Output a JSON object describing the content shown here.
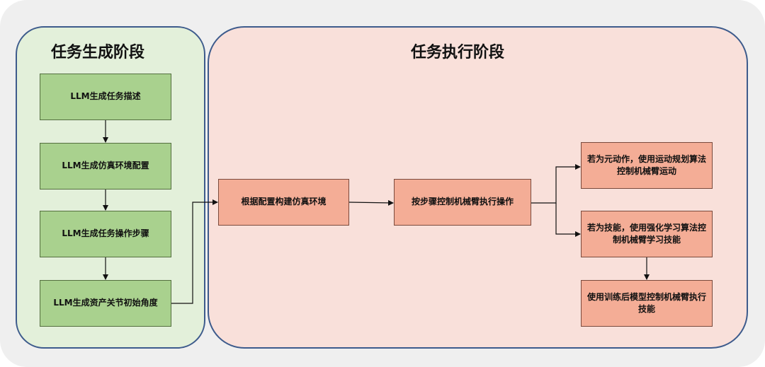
{
  "phases": {
    "generation": {
      "title": "任务生成阶段",
      "steps": [
        "LLM生成任务描述",
        "LLM生成仿真环境配置",
        "LLM生成任务操作步骤",
        "LLM生成资产关节初始角度"
      ]
    },
    "execution": {
      "title": "任务执行阶段",
      "build_env": "根据配置构建仿真环境",
      "execute_steps": "按步骤控制机械臂执行操作",
      "branch_primitive": "若为元动作，使用运动规划算法控制机械臂运动",
      "branch_skill": "若为技能，使用强化学习算法控制机械臂学习技能",
      "execute_skill": "使用训练后模型控制机械臂执行技能"
    }
  },
  "colors": {
    "generation_panel": "#e3f0da",
    "execution_panel": "#f9e0da",
    "generation_box": "#a9d18e",
    "execution_box": "#f4ad96",
    "panel_border": "#3d5b8c"
  }
}
